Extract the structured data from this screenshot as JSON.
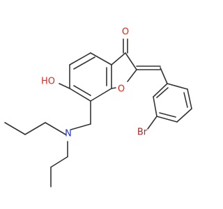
{
  "molecule": {
    "atoms": {
      "carbonyl_o": {
        "symbol": "O",
        "color": "#E0281E"
      },
      "hydroxyl": {
        "symbol": "HO",
        "color": "#E0281E"
      },
      "ring_o": {
        "symbol": "O",
        "color": "#E0281E"
      },
      "amine_n": {
        "symbol": "N",
        "color": "#2436C8"
      },
      "bromine": {
        "symbol": "Br",
        "color": "#A52A2A"
      }
    }
  }
}
